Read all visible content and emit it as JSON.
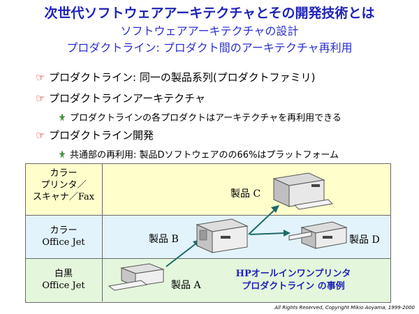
{
  "header": {
    "title": "次世代ソフトウェアアーキテクチャとその開発技術とは",
    "subtitle_1": "ソフトウェアアーキテクチャの設計",
    "subtitle_2": "プロダクトライン: プロダクト間のアーキテクチャ再利用"
  },
  "bullets": [
    {
      "text": "プロダクトライン: 同一の製品系列(プロダクトファミリ)"
    },
    {
      "text": "プロダクトラインアーキテクチャ",
      "sub": "プロダクトラインの各プロダクトはアーキテクチャを再利用できる"
    },
    {
      "text": "プロダクトライン開発",
      "sub": "共通部の再利用: 製品Dソフトウェアのの66%はプラットフォーム"
    }
  ],
  "icons": {
    "bullet": "pointing-hand-icon",
    "sub_bullet": "sub-bullet-icon"
  },
  "diagram": {
    "categories": {
      "color_printer": "カラー\nプリンタ／\nスキャナ／Fax",
      "color_officejet": "カラー\nOffice Jet",
      "mono_officejet": "白黒\nOffice Jet"
    },
    "products": {
      "a": "製品 A",
      "b": "製品 B",
      "c": "製品 C",
      "d": "製品 D"
    },
    "caption_line1": "HPオールインワンプリンタ",
    "caption_line2": "プロダクトライン の事例"
  },
  "colors": {
    "title": "#1f23b8",
    "band_yellow": "#ffffcc",
    "band_blue": "#e2f3fb",
    "band_green": "#e4f7dc",
    "arrow": "#1e6a6a"
  },
  "footer": {
    "copyright": "All Rights Reserved, Copyright  Mikio Aoyama, 1999-2000"
  }
}
